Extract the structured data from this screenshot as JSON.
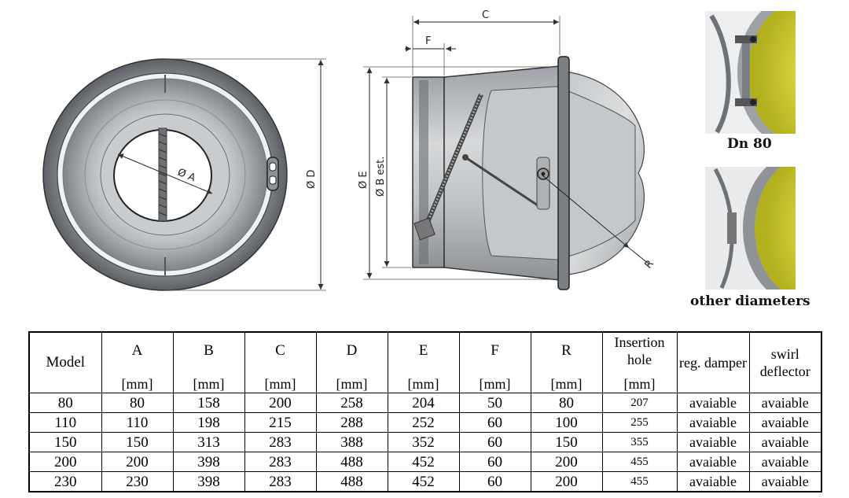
{
  "dimension_labels": {
    "a": "Ø A",
    "b": "Ø B est.",
    "c": "C",
    "d": "Ø D",
    "e": "Ø E",
    "f": "F",
    "r": "R"
  },
  "photo_captions": {
    "dn80": "Dn 80",
    "other": "other diameters"
  },
  "table": {
    "headers": [
      {
        "name": "Model",
        "unit": ""
      },
      {
        "name": "A",
        "unit": "[mm]"
      },
      {
        "name": "B",
        "unit": "[mm]"
      },
      {
        "name": "C",
        "unit": "[mm]"
      },
      {
        "name": "D",
        "unit": "[mm]"
      },
      {
        "name": "E",
        "unit": "[mm]"
      },
      {
        "name": "F",
        "unit": "[mm]"
      },
      {
        "name": "R",
        "unit": "[mm]"
      },
      {
        "name": "Insertion hole",
        "unit": "[mm]"
      },
      {
        "name": "reg. damper",
        "unit": ""
      },
      {
        "name": "swirl deflector",
        "unit": ""
      }
    ],
    "rows": [
      [
        "80",
        "80",
        "158",
        "200",
        "258",
        "204",
        "50",
        "80",
        "207",
        "avaiable",
        "avaiable"
      ],
      [
        "110",
        "110",
        "198",
        "215",
        "288",
        "252",
        "60",
        "100",
        "255",
        "avaiable",
        "avaiable"
      ],
      [
        "150",
        "150",
        "313",
        "283",
        "388",
        "352",
        "60",
        "150",
        "355",
        "avaiable",
        "avaiable"
      ],
      [
        "200",
        "200",
        "398",
        "283",
        "488",
        "452",
        "60",
        "200",
        "455",
        "avaiable",
        "avaiable"
      ],
      [
        "230",
        "230",
        "398",
        "283",
        "488",
        "452",
        "60",
        "200",
        "455",
        "avaiable",
        "avaiable"
      ]
    ]
  }
}
